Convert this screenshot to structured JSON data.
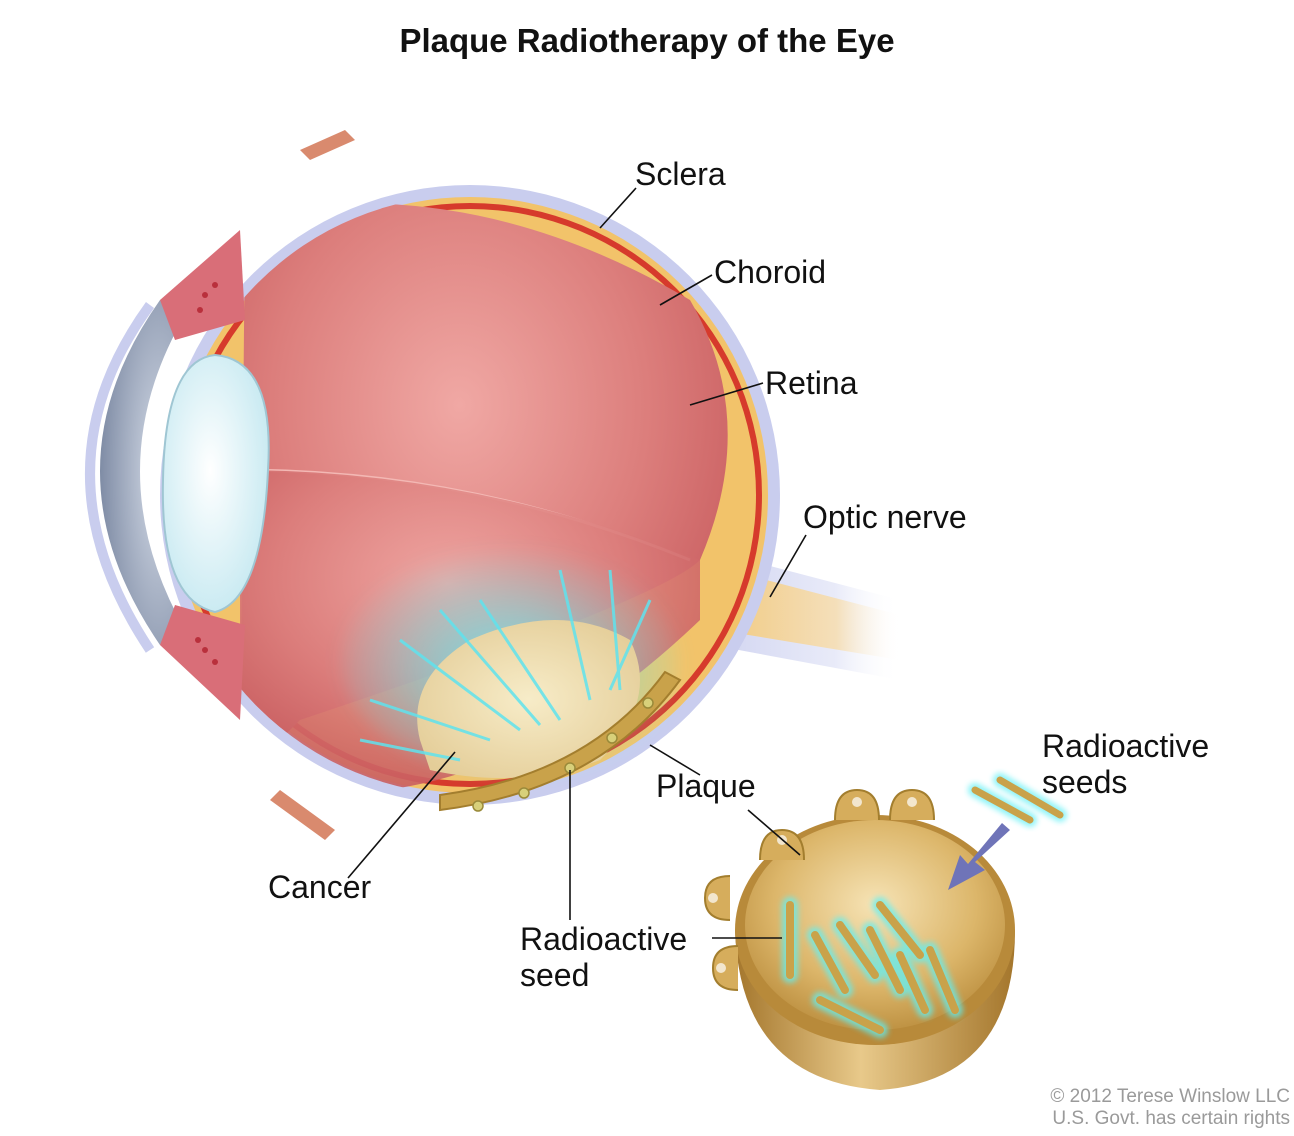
{
  "title": "Plaque Radiotherapy of the Eye",
  "labels": {
    "sclera": "Sclera",
    "choroid": "Choroid",
    "retina": "Retina",
    "optic_nerve": "Optic nerve",
    "radioactive_seeds_line1": "Radioactive",
    "radioactive_seeds_line2": "seeds",
    "plaque": "Plaque",
    "cancer": "Cancer",
    "radioactive_seed_line1": "Radioactive",
    "radioactive_seed_line2": "seed"
  },
  "credit": {
    "line1": "© 2012 Terese Winslow LLC",
    "line2": "U.S. Govt. has certain rights"
  },
  "colors": {
    "sclera": "#c9cdee",
    "choroid": "#d63a2c",
    "retina": "#f2c36a",
    "vitreous": "#d46d6f",
    "lens": "#e8f6fa",
    "cornea": "#9aa6bb",
    "plaque_gold": "#c9a24a",
    "radiation": "#54e3f0",
    "arrow": "#6f74b8"
  }
}
